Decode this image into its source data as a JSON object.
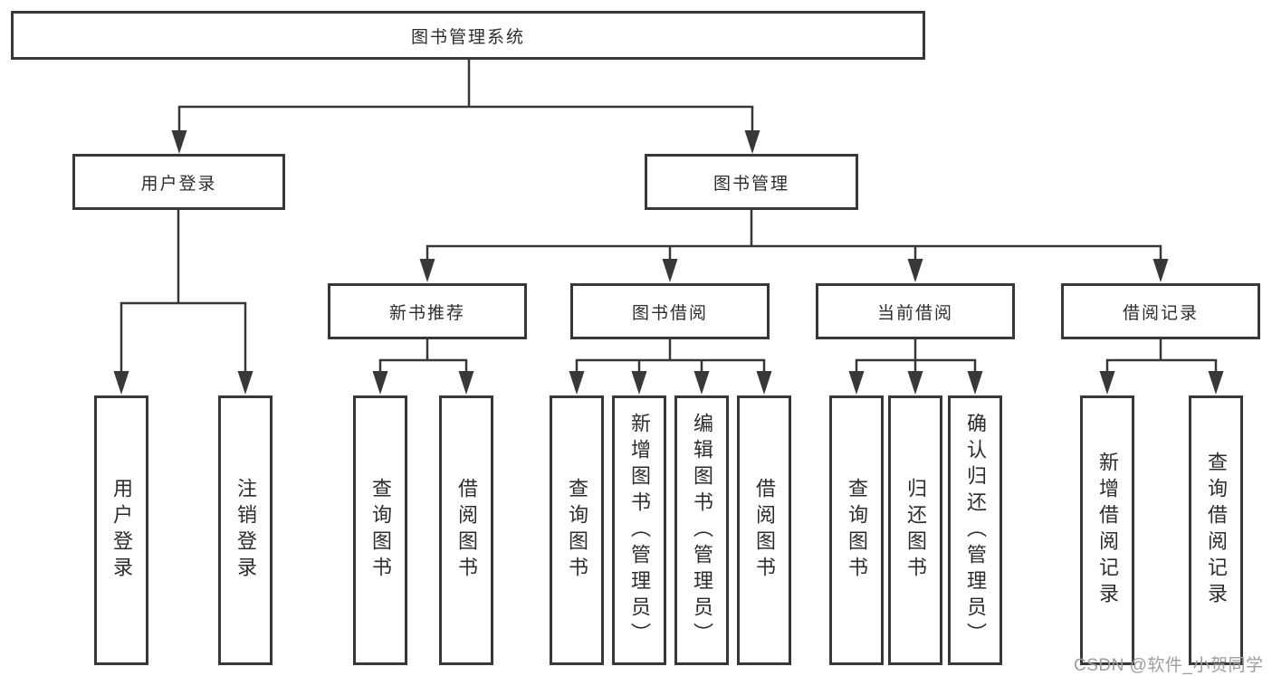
{
  "tree": {
    "label": "图书管理系统",
    "children": [
      {
        "label": "用户登录",
        "children": [
          {
            "label": "用户登录"
          },
          {
            "label": "注销登录"
          }
        ]
      },
      {
        "label": "图书管理",
        "children": [
          {
            "label": "新书推荐",
            "children": [
              {
                "label": "查询图书"
              },
              {
                "label": "借阅图书"
              }
            ]
          },
          {
            "label": "图书借阅",
            "children": [
              {
                "label": "查询图书"
              },
              {
                "label": "新增图书（管理员）"
              },
              {
                "label": "编辑图书（管理员）"
              },
              {
                "label": "借阅图书"
              }
            ]
          },
          {
            "label": "当前借阅",
            "children": [
              {
                "label": "查询图书"
              },
              {
                "label": "归还图书"
              },
              {
                "label": "确认归还（管理员）"
              }
            ]
          },
          {
            "label": "借阅记录",
            "children": [
              {
                "label": "新增借阅记录"
              },
              {
                "label": "查询借阅记录"
              }
            ]
          }
        ]
      }
    ]
  },
  "watermark": "CSDN @软件_小贺同学",
  "colors": {
    "line": "#383838",
    "text": "#2d2d2d",
    "watermark": "#9e9e9e",
    "background": "#ffffff"
  }
}
